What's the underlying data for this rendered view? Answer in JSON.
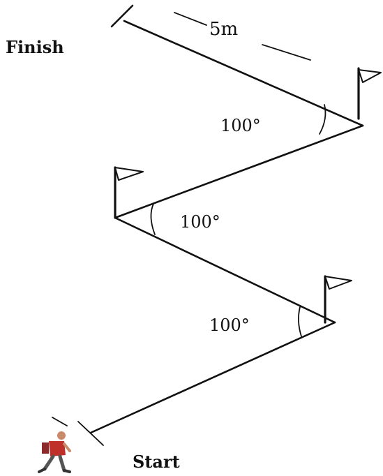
{
  "labels": {
    "finish": "Finish",
    "start": "Start",
    "distance": "5m",
    "angles": [
      "100°",
      "100°",
      "100°"
    ]
  },
  "colors": {
    "line": "#111111",
    "background": "#ffffff",
    "runner_shirt": "#c0302a",
    "runner_skin": "#c98a6a"
  },
  "icons": [
    "flag-icon",
    "runner-icon"
  ]
}
